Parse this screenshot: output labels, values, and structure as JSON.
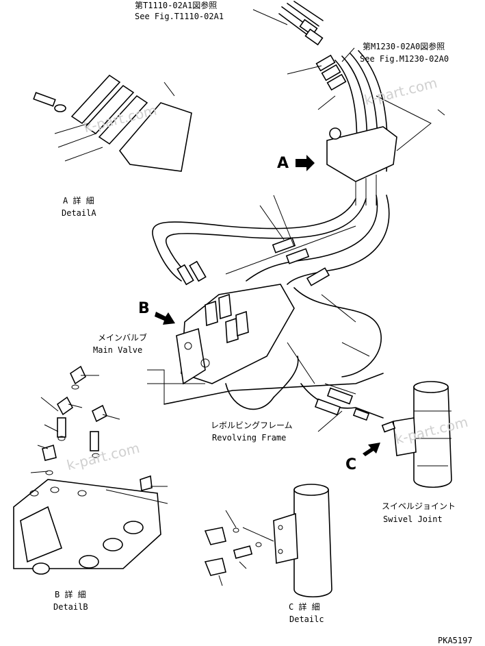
{
  "refs": {
    "top_jp": "第T1110-02A1図参照",
    "top_en": "See Fig.T1110-02A1",
    "right_jp": "第M1230-02A0図参照",
    "right_en": "See Fig.M1230-02A0"
  },
  "callouts": {
    "a": "A",
    "b": "B",
    "c": "C"
  },
  "details": {
    "a_jp": "A 詳 細",
    "a_en": "DetailA",
    "b_jp": "B 詳 細",
    "b_en": "DetailB",
    "c_jp": "C 詳 細",
    "c_en": "Detailc"
  },
  "parts": {
    "main_valve_jp": "メインバルブ",
    "main_valve_en": "Main Valve",
    "frame_jp": "レボルビングフレーム",
    "frame_en": "Revolving Frame",
    "swivel_jp": "スイベルジョイント",
    "swivel_en": "Swivel Joint"
  },
  "watermark": "k-part.com",
  "code": "PKA5197"
}
